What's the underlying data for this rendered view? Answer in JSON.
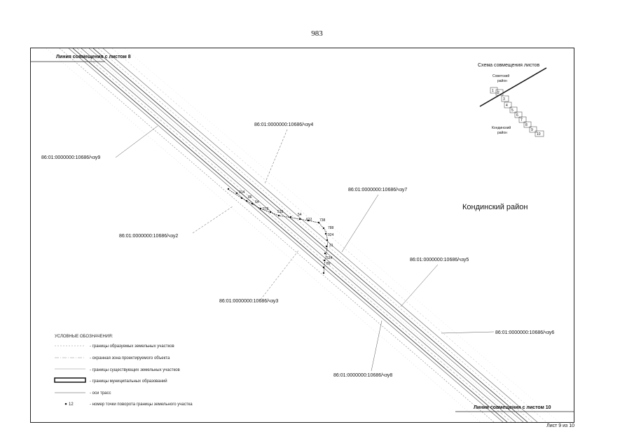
{
  "page_number": "983",
  "sheet_label": "Лист 9 из 10",
  "match_line_top": "Линия совмещения с листом 8",
  "match_line_bottom": "Линия совмещения с листом 10",
  "district_label": "Кондинский район",
  "inset": {
    "title": "Схема совмещения листов",
    "district_upper": [
      "Советский",
      "район"
    ],
    "district_lower": [
      "Кондинский",
      "район"
    ],
    "sheets": [
      "1",
      "2",
      "3",
      "4",
      "5",
      "6",
      "7",
      "8",
      "9",
      "10"
    ]
  },
  "parcels": {
    "chzu4": "86:01:0000000:10686/чзу4",
    "chzu9": "86:01:0000000:10686/чзу9",
    "chzu7": "86:01:0000000:10686/чзу7",
    "chzu2": "86:01:0000000:10686/чзу2",
    "chzu5": "86:01:0000000:10686/чзу5",
    "chzu3": "86:01:0000000:10686/чзу3",
    "chzu6": "86:01:0000000:10686/чзу6",
    "chzu8": "86:01:0000000:10686/чзу8"
  },
  "points": [
    "914",
    "86",
    "64",
    "278",
    "518",
    "54",
    "612",
    "738",
    "788",
    "924",
    "31",
    "534",
    "89"
  ],
  "legend": {
    "title": "УСЛОВНЫЕ ОБОЗНАЧЕНИЯ:",
    "items": [
      "- границы образуемых земельных участков",
      "- охранная зона проектируемого объекта",
      "- границы существующих земельных участков",
      "- границы муниципальных образований",
      "- оси трасс",
      "- номер точки поворота границы земельного участка"
    ],
    "point_example": "12"
  }
}
